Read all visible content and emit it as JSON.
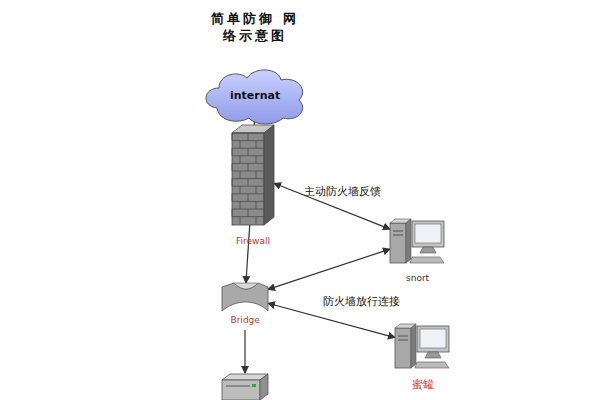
{
  "diagram": {
    "title": "简单防御 网络示意图",
    "nodes": [
      {
        "text": [
          "internat"
        ]
      },
      {
        "text": [
          "Firewall"
        ]
      },
      {
        "text": [
          "Bridge"
        ]
      },
      {
        "text": [
          "snort"
        ]
      },
      {
        "text": [
          "蜜罐"
        ]
      }
    ],
    "edges": [
      {
        "from": 0,
        "to": 1,
        "arrow": "none"
      },
      {
        "from": 1,
        "to": 2,
        "arrow": "to"
      },
      {
        "from": 1,
        "to": 3,
        "label": "主动防火墙反馈",
        "arrow": "both"
      },
      {
        "from": 2,
        "to": 3,
        "arrow": "both"
      },
      {
        "from": 2,
        "to": 4,
        "label": "防火墙放行连接",
        "arrow": "both"
      }
    ]
  }
}
